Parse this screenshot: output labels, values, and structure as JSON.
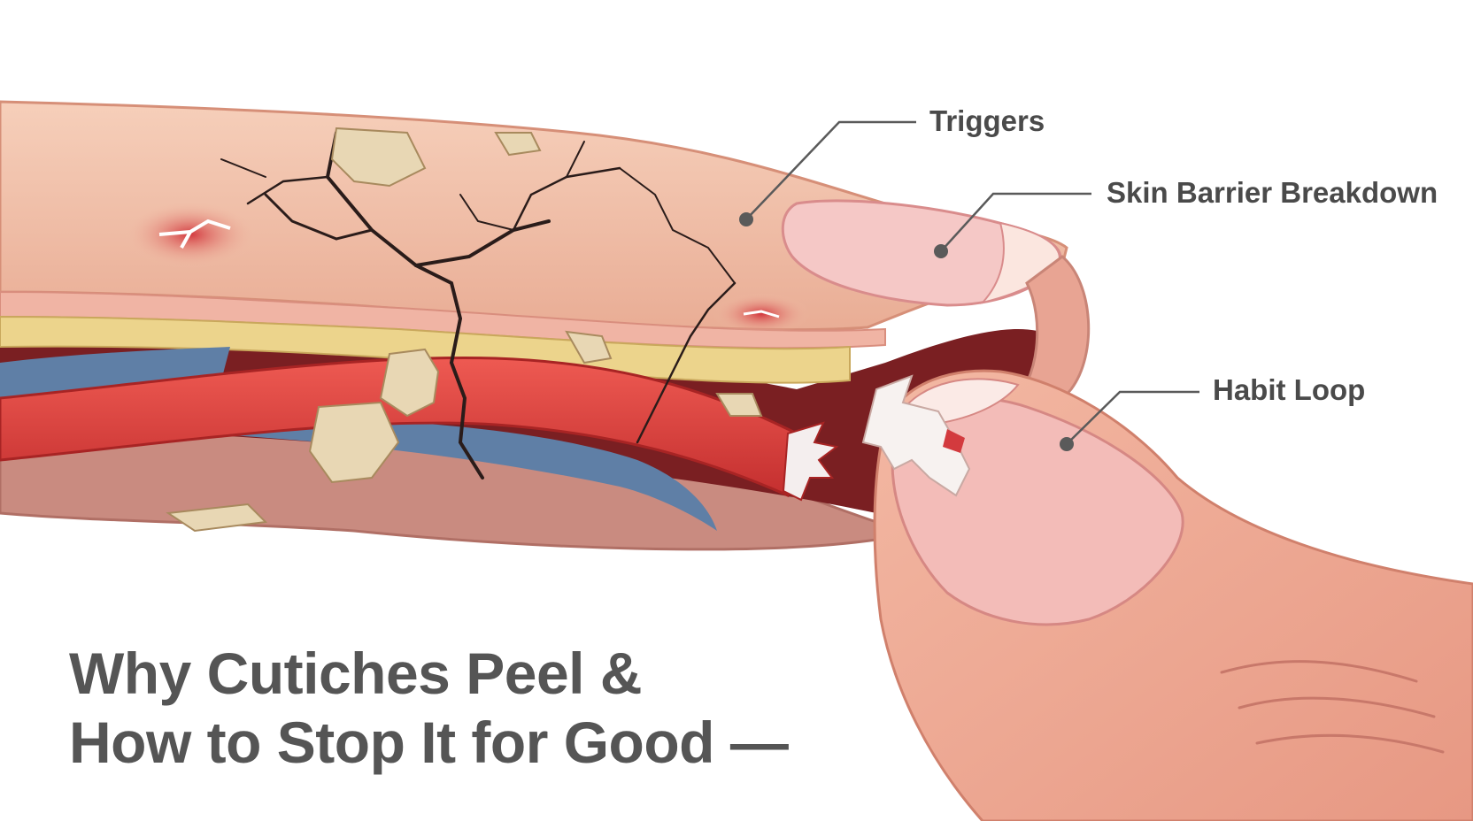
{
  "labels": {
    "triggers": "Triggers",
    "skin_barrier": "Skin Barrier Breakdown",
    "habit_loop": "Habit Loop"
  },
  "title": {
    "line1": "Why Cutiches Peel &",
    "line2": "How to Stop It for Good —"
  },
  "colors": {
    "skin": "#f2c3ab",
    "nail": "#f5c8c6",
    "artery": "#d93b3b",
    "vein": "#5f7fa6",
    "fat_layer": "#ecd48c",
    "leader_line": "#5a5a5a",
    "text": "#4a4a4a"
  }
}
